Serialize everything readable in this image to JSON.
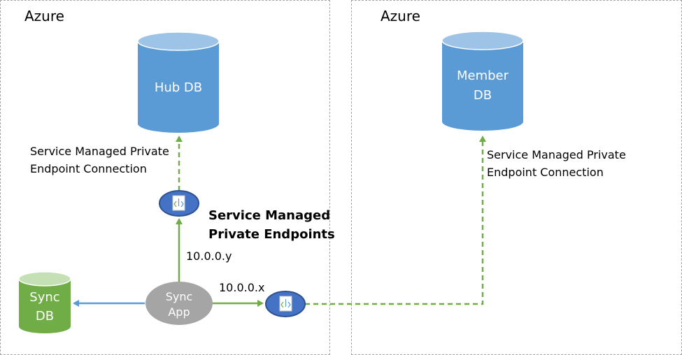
{
  "regions": {
    "left": {
      "title": "Azure"
    },
    "right": {
      "title": "Azure"
    }
  },
  "nodes": {
    "hub_db": {
      "label": "Hub DB"
    },
    "member_db": {
      "line1": "Member",
      "line2": "DB"
    },
    "sync_db": {
      "line1": "Sync",
      "line2": "DB"
    },
    "sync_app": {
      "line1": "Sync",
      "line2": "App"
    }
  },
  "labels": {
    "hub_connection_line1": "Service Managed Private",
    "hub_connection_line2": "Endpoint Connection",
    "member_connection_line1": "Service Managed Private",
    "member_connection_line2": "Endpoint Connection",
    "endpoints_line1": "Service Managed",
    "endpoints_line2": "Private Endpoints",
    "ip_y": "10.0.0.y",
    "ip_x": "10.0.0.x"
  },
  "colors": {
    "db_blue": "#5b9bd5",
    "db_blue_top": "#9dc3e6",
    "db_green": "#70ad47",
    "db_green_top": "#c5e0b4",
    "app_gray": "#a5a5a5",
    "endpoint_blue": "#4472c4",
    "endpoint_border": "#2f528f",
    "arrow_green": "#70ad47",
    "arrow_blue": "#5b9bd5",
    "region_border": "#a6a6a6"
  }
}
